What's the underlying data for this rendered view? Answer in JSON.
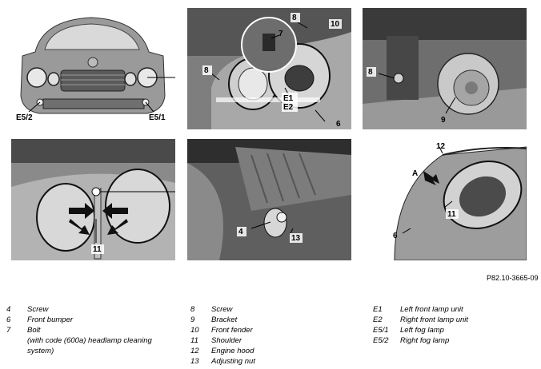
{
  "figure_id": "P82.10-3665-09",
  "callouts": {
    "panel1": [
      "E5/2",
      "E5/1"
    ],
    "panel2": [
      "8",
      "10",
      "7",
      "8",
      "E1",
      "E2",
      "6"
    ],
    "panel3": [
      "8",
      "9"
    ],
    "panel4": [
      "11"
    ],
    "panel5": [
      "4",
      "13"
    ],
    "panel6": [
      "12",
      "A",
      "11",
      "6"
    ]
  },
  "legend": [
    [
      {
        "num": "4",
        "text": "Screw"
      },
      {
        "num": "6",
        "text": "Front bumper"
      },
      {
        "num": "7",
        "text": "Bolt"
      },
      {
        "num": "",
        "text": "(with code (600a) headlamp cleaning"
      },
      {
        "num": "",
        "text": "system)"
      }
    ],
    [
      {
        "num": "8",
        "text": "Screw"
      },
      {
        "num": "9",
        "text": "Bracket"
      },
      {
        "num": "10",
        "text": "Front fender"
      },
      {
        "num": "11",
        "text": "Shoulder"
      },
      {
        "num": "12",
        "text": "Engine hood"
      },
      {
        "num": "13",
        "text": "Adjusting nut"
      }
    ],
    [
      {
        "num": "E1",
        "text": "Left front lamp unit"
      },
      {
        "num": "E2",
        "text": "Right front lamp unit"
      },
      {
        "num": "E5/1",
        "text": "Left fog lamp"
      },
      {
        "num": "E5/2",
        "text": "Right fog lamp"
      }
    ]
  ]
}
